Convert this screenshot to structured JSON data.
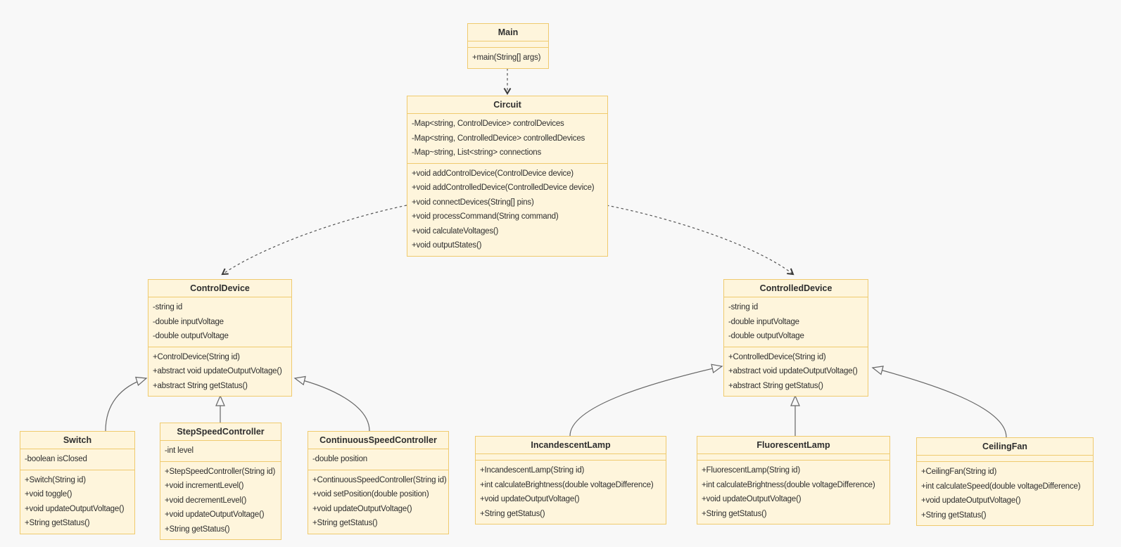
{
  "diagram": {
    "kind": "uml-class-diagram",
    "background_color": "#f8f8f8",
    "node_fill_color": "#fef5dc",
    "node_border_color": "#efca6e",
    "edge_color": "#666666",
    "text_color": "#2e2e2e"
  },
  "classes": {
    "main": {
      "name": "Main",
      "attributes": [],
      "methods": [
        "+main(String[] args)"
      ]
    },
    "circuit": {
      "name": "Circuit",
      "attributes": [
        "-Map<string, ControlDevice> controlDevices",
        "-Map<string, ControlledDevice> controlledDevices",
        "-Map~string, List<string> connections"
      ],
      "methods": [
        "+void addControlDevice(ControlDevice device)",
        "+void addControlledDevice(ControlledDevice device)",
        "+void connectDevices(String[] pins)",
        "+void processCommand(String command)",
        "+void calculateVoltages()",
        "+void outputStates()"
      ]
    },
    "controlDevice": {
      "name": "ControlDevice",
      "attributes": [
        "-string id",
        "-double inputVoltage",
        "-double outputVoltage"
      ],
      "methods": [
        "+ControlDevice(String id)",
        "+abstract void updateOutputVoltage()",
        "+abstract String getStatus()"
      ]
    },
    "controlledDevice": {
      "name": "ControlledDevice",
      "attributes": [
        "-string id",
        "-double inputVoltage",
        "-double outputVoltage"
      ],
      "methods": [
        "+ControlledDevice(String id)",
        "+abstract void updateOutputVoltage()",
        "+abstract String getStatus()"
      ]
    },
    "switch": {
      "name": "Switch",
      "attributes": [
        "-boolean isClosed"
      ],
      "methods": [
        "+Switch(String id)",
        "+void toggle()",
        "+void updateOutputVoltage()",
        "+String getStatus()"
      ]
    },
    "stepSpeedController": {
      "name": "StepSpeedController",
      "attributes": [
        "-int level"
      ],
      "methods": [
        "+StepSpeedController(String id)",
        "+void incrementLevel()",
        "+void decrementLevel()",
        "+void updateOutputVoltage()",
        "+String getStatus()"
      ]
    },
    "continuousSpeedController": {
      "name": "ContinuousSpeedController",
      "attributes": [
        "-double position"
      ],
      "methods": [
        "+ContinuousSpeedController(String id)",
        "+void setPosition(double position)",
        "+void updateOutputVoltage()",
        "+String getStatus()"
      ]
    },
    "incandescentLamp": {
      "name": "IncandescentLamp",
      "attributes": [],
      "methods": [
        "+IncandescentLamp(String id)",
        "+int calculateBrightness(double voltageDifference)",
        "+void updateOutputVoltage()",
        "+String getStatus()"
      ]
    },
    "fluorescentLamp": {
      "name": "FluorescentLamp",
      "attributes": [],
      "methods": [
        "+FluorescentLamp(String id)",
        "+int calculateBrightness(double voltageDifference)",
        "+void updateOutputVoltage()",
        "+String getStatus()"
      ]
    },
    "ceilingFan": {
      "name": "CeilingFan",
      "attributes": [],
      "methods": [
        "+CeilingFan(String id)",
        "+int calculateSpeed(double voltageDifference)",
        "+void updateOutputVoltage()",
        "+String getStatus()"
      ]
    }
  },
  "relationships": [
    {
      "from": "Main",
      "to": "Circuit",
      "type": "dependency-dashed"
    },
    {
      "from": "Circuit",
      "to": "ControlDevice",
      "type": "dependency-dashed"
    },
    {
      "from": "Circuit",
      "to": "ControlledDevice",
      "type": "dependency-dashed"
    },
    {
      "from": "Switch",
      "to": "ControlDevice",
      "type": "inheritance"
    },
    {
      "from": "StepSpeedController",
      "to": "ControlDevice",
      "type": "inheritance"
    },
    {
      "from": "ContinuousSpeedController",
      "to": "ControlDevice",
      "type": "inheritance"
    },
    {
      "from": "IncandescentLamp",
      "to": "ControlledDevice",
      "type": "inheritance"
    },
    {
      "from": "FluorescentLamp",
      "to": "ControlledDevice",
      "type": "inheritance"
    },
    {
      "from": "CeilingFan",
      "to": "ControlledDevice",
      "type": "inheritance"
    }
  ]
}
